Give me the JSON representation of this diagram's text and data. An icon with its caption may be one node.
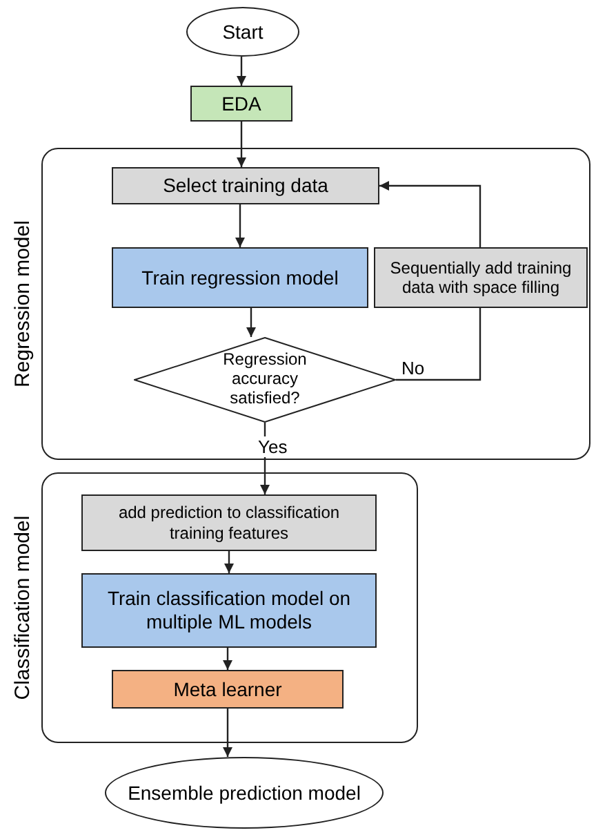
{
  "diagram": {
    "nodes": [
      {
        "text": [
          "Start"
        ]
      },
      {
        "text": [
          "EDA"
        ]
      },
      {
        "text": [
          "Regression model"
        ]
      },
      {
        "text": [
          "Select training data"
        ],
        "in": 2
      },
      {
        "text": [
          "Train regression model"
        ],
        "in": 2
      },
      {
        "text": [
          "Sequentially add training data with space filling"
        ],
        "in": 2
      },
      {
        "text": [
          "Regression accuracy satisfied?"
        ],
        "in": 2
      },
      {
        "text": [
          "Classification model"
        ]
      },
      {
        "text": [
          "add prediction to classification training features"
        ],
        "in": 7
      },
      {
        "text": [
          "Train classification model on multiple ML models"
        ],
        "in": 7
      },
      {
        "text": [
          "Meta learner"
        ],
        "in": 7
      },
      {
        "text": [
          "Ensemble prediction model"
        ]
      }
    ],
    "edges": [
      {
        "from": 0,
        "to": 1,
        "arrow": "to"
      },
      {
        "from": 1,
        "to": 3,
        "arrow": "to"
      },
      {
        "from": 3,
        "to": 4,
        "arrow": "to"
      },
      {
        "from": 4,
        "to": 6,
        "arrow": "to"
      },
      {
        "from": 6,
        "to": 5,
        "arrow": "none",
        "label": "No"
      },
      {
        "from": 5,
        "to": 3,
        "arrow": "to"
      },
      {
        "from": 6,
        "to": 8,
        "arrow": "to",
        "label": "Yes"
      },
      {
        "from": 8,
        "to": 9,
        "arrow": "to"
      },
      {
        "from": 9,
        "to": 10,
        "arrow": "to"
      },
      {
        "from": 10,
        "to": 11,
        "arrow": "to"
      }
    ]
  }
}
